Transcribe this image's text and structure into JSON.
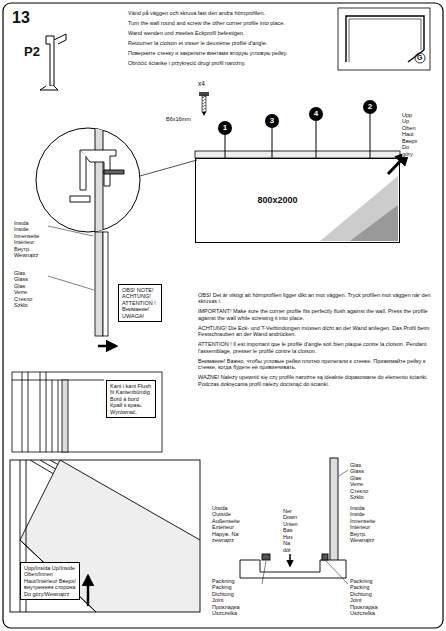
{
  "diagram": {
    "nodes": [
      {
        "text": [
          "800x2000"
        ]
      },
      {
        "text": [
          "1"
        ]
      },
      {
        "text": [
          "3"
        ]
      },
      {
        "text": [
          "4"
        ]
      },
      {
        "text": [
          "2"
        ]
      },
      {
        "text": [
          "OBS! NOTE! ACHTUNG! ATTENTION ! Внимание! UWAGA!"
        ]
      },
      {
        "text": [
          "Kant i kant Flush fit Kantenbündig Bord à bord Край к краю. Wyrównać."
        ]
      },
      {
        "text": [
          "Upp/Insida Up/Inside Oben/Innen Haut/Intérieur Вверх/внутренняя сторона Do góry/Wewnątrz"
        ]
      }
    ],
    "edges": [
      {
        "from": 1,
        "to": 0,
        "arrow": "none"
      },
      {
        "from": 2,
        "to": 0,
        "arrow": "none"
      },
      {
        "from": 3,
        "to": 0,
        "arrow": "none"
      },
      {
        "from": 4,
        "to": 0,
        "arrow": "none"
      }
    ],
    "labels": [
      "13",
      "P2",
      "Vänd på väggen och skruva fast den andra hörnprofilen.",
      "Turn the wall round and screw the other corner profile into place.",
      "Wand wenden und zweites Eckprofil befestigen.",
      "Retourner la cloison et visser le deuxième profilé d'angle.",
      "Поверните стенку и закрепите винтами вторую угловую рейку.",
      "Obróćić ściankę i przykręcić drugi profil narożny.",
      "G",
      "x4",
      "B6x16mm",
      "Upp Up Oben Haut Вверх Do góry",
      "Insida Inside Innenseite Intérieur Внутр. Wewnątrz",
      "Glas Glass Glas Verre Стекло Szkło",
      "OBS! Det är viktigt att hörnprofilen ligger dikt an mot väggen. Tryck profilen mot väggen när den skruvas i.",
      "IMPORTANT! Make sure the corner profile fits perfectly flush against the wall. Press the profile against the wall while screwing it into place.",
      "ACHTUNG! Die Eck- und T-Verbindungen müssen dicht an der Wand anliegen. Das Profil beim Festschrauben an der Wand andrücken.",
      "ATTENTION ! Il est important que le profilé d'angle soit bien plaqué contre la cloison. Pendant l'assemblage, presser le profilé contre la cloison.",
      "Внимание! Важно, чтобы угловые рейки плотно прилегали к стенке. Прижимайте рейку к стенке, когда будете её привинчивать.",
      "WAŻNE! Należy upewnić się czy profile narożne są idealnie dopasowane do elementu ścianki. Podczas dokręcania profil należy docisnąć do ścianki.",
      "Glas Glass Glas Verre Стекло Szkło",
      "Utsida Outside Außenseite Extérieur Наруж. Na zewnątrz",
      "Ner Down Unten Bas Низ Na dół",
      "Insida Inside Innenseite Intérieur Внутр. Wewnątrz",
      "Packning Packing Dichtung Joint Прокладка Uszczelka",
      "Packning Packing Dichtung Joint Прокладка Uszczelka"
    ]
  }
}
